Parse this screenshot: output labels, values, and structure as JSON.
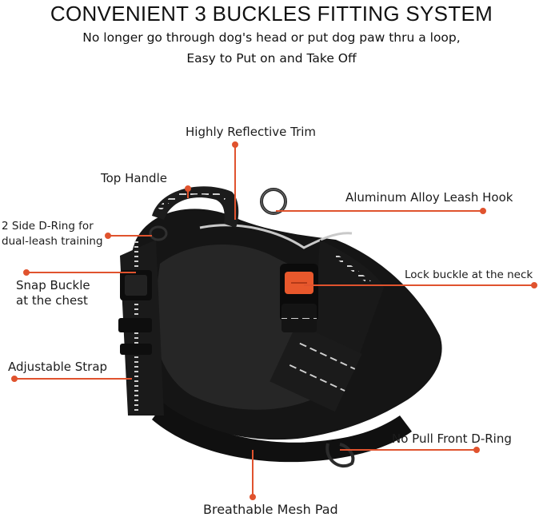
{
  "header": {
    "title": "CONVENIENT 3 BUCKLES FITTING SYSTEM",
    "subtitle_line1": "No longer go through dog's head or put dog paw thru a loop,",
    "subtitle_line2": "Easy to Put on and Take Off"
  },
  "callouts": {
    "reflective_trim": "Highly Reflective Trim",
    "top_handle": "Top Handle",
    "leash_hook": "Aluminum Alloy Leash Hook",
    "side_d_ring_line1": "2 Side D-Ring for",
    "side_d_ring_line2": "dual-leash training",
    "lock_buckle": "Lock buckle at the neck",
    "snap_buckle_line1": "Snap Buckle",
    "snap_buckle_line2": "at the chest",
    "adjustable_strap": "Adjustable Strap",
    "front_d_ring": "No Pull Front D-Ring",
    "mesh_pad": "Breathable Mesh Pad"
  },
  "colors": {
    "accent": "#e0532e",
    "harness": "#1b1b1b",
    "reflective": "#d8d8d8",
    "buckle_release": "#e8582c"
  }
}
